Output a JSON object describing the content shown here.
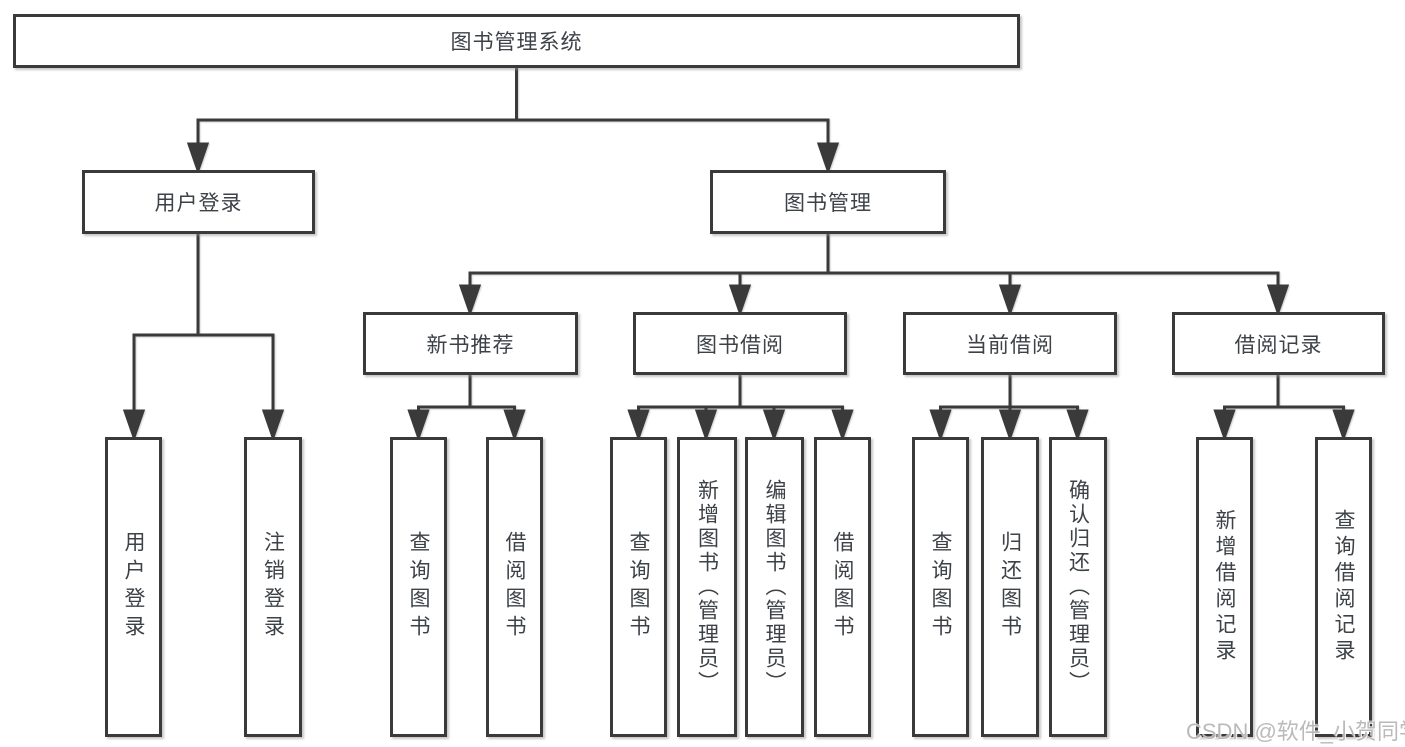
{
  "diagram": {
    "title": "图书管理系统",
    "root": {
      "label": "图书管理系统"
    },
    "level2": [
      {
        "id": "user-login",
        "label": "用户登录"
      },
      {
        "id": "book-management",
        "label": "图书管理"
      }
    ],
    "level3": [
      {
        "id": "new-book-recommend",
        "label": "新书推荐"
      },
      {
        "id": "book-borrowing",
        "label": "图书借阅"
      },
      {
        "id": "current-borrowing",
        "label": "当前借阅"
      },
      {
        "id": "borrowing-records",
        "label": "借阅记录"
      }
    ],
    "leaves": [
      {
        "id": "user-login-leaf",
        "parent": "user-login",
        "label": "用户登录"
      },
      {
        "id": "logout",
        "parent": "user-login",
        "label": "注销登录"
      },
      {
        "id": "query-books-1",
        "parent": "new-book-recommend",
        "label": "查询图书"
      },
      {
        "id": "borrow-books-1",
        "parent": "new-book-recommend",
        "label": "借阅图书"
      },
      {
        "id": "query-books-2",
        "parent": "book-borrowing",
        "label": "查询图书"
      },
      {
        "id": "add-books-admin",
        "parent": "book-borrowing",
        "label": "新增图书（管理员）"
      },
      {
        "id": "edit-books-admin",
        "parent": "book-borrowing",
        "label": "编辑图书（管理员）"
      },
      {
        "id": "borrow-books-2",
        "parent": "book-borrowing",
        "label": "借阅图书"
      },
      {
        "id": "query-books-3",
        "parent": "current-borrowing",
        "label": "查询图书"
      },
      {
        "id": "return-books",
        "parent": "current-borrowing",
        "label": "归还图书"
      },
      {
        "id": "confirm-return-admin",
        "parent": "current-borrowing",
        "label": "确认归还（管理员）"
      },
      {
        "id": "add-borrow-record",
        "parent": "borrowing-records",
        "label": "新增借阅记录"
      },
      {
        "id": "query-borrow-record",
        "parent": "borrowing-records",
        "label": "查询借阅记录"
      }
    ]
  },
  "watermark": {
    "text": "CSDN @软件_小贺同学"
  },
  "colors": {
    "line": "#3a3a3a",
    "text": "#3d4247",
    "background": "#ffffff",
    "watermark": "#b6b6b6"
  }
}
